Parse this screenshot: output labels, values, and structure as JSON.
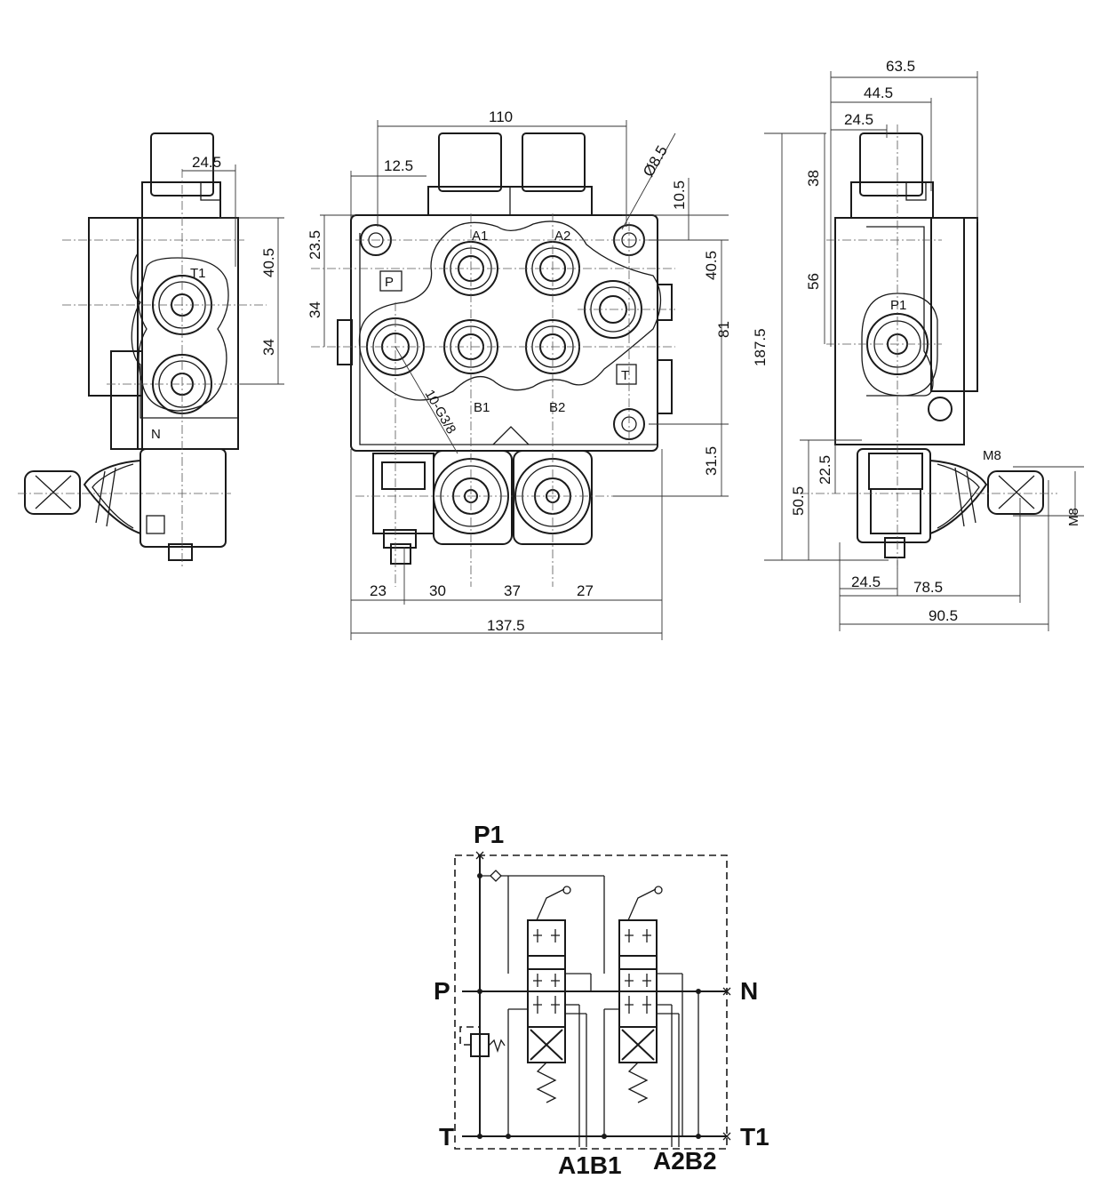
{
  "dimensions": {
    "left_view": {
      "top_width": "24.5",
      "upper_height": "40.5",
      "lower_height": "34"
    },
    "front_view": {
      "overall_width_top": "110",
      "hole_offset": "12.5",
      "hole_dia": "Ø8.5",
      "top_margin": "10.5",
      "left_a": "23.5",
      "left_b": "34",
      "right_a": "40.5",
      "right_b": "81",
      "right_c": "31.5",
      "total_height": "187.5",
      "port_thread": "10-G3/8",
      "bottom_1": "23",
      "bottom_2": "30",
      "bottom_3": "37",
      "bottom_4": "27",
      "overall_width_bottom": "137.5"
    },
    "right_view": {
      "top_1": "63.5",
      "top_2": "44.5",
      "top_3": "24.5",
      "left_a": "38",
      "left_b": "56",
      "lower_a": "22.5",
      "lower_b": "50.5",
      "thread_1": "M8",
      "thread_2": "M8",
      "bottom_a": "24.5",
      "bottom_b": "78.5",
      "bottom_c": "90.5"
    }
  },
  "port_labels": {
    "t1": "T1",
    "n": "N",
    "a1": "A1",
    "a2": "A2",
    "b1": "B1",
    "b2": "B2",
    "p": "P",
    "t": "T",
    "p1": "P1"
  },
  "schematic": {
    "p1": "P1",
    "p": "P",
    "n": "N",
    "t": "T",
    "t1": "T1",
    "a1b1": "A1B1",
    "a2b2": "A2B2"
  }
}
